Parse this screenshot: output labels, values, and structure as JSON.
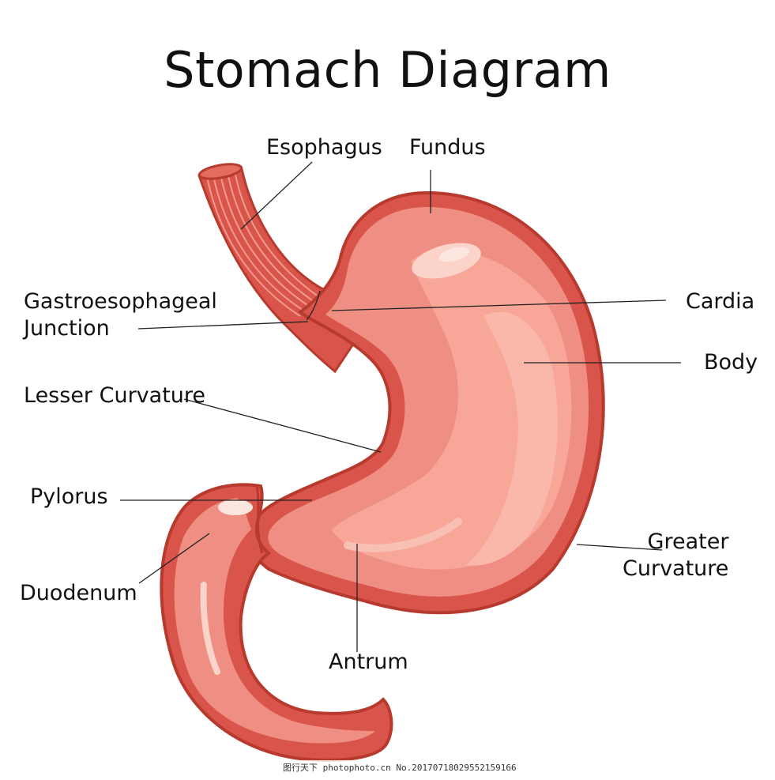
{
  "title": "Stomach Diagram",
  "labels": {
    "esophagus": "Esophagus",
    "fundus": "Fundus",
    "cardia": "Cardia",
    "gastroesophageal_line1": "Gastroesophageal",
    "gastroesophageal_line2": "Junction",
    "body": "Body",
    "lesser_curvature": "Lesser Curvature",
    "pylorus": "Pylorus",
    "greater_line1": "Greater",
    "greater_line2": "Curvature",
    "duodenum": "Duodenum",
    "antrum": "Antrum"
  },
  "watermark": "图行天下 photophoto.cn  No.20170718029552159166",
  "colors": {
    "outline": "#b83a2e",
    "outer": "#d9544a",
    "inner": "#ef8f83",
    "highlight": "#f8b6a6",
    "shine": "#fbd3c8",
    "leader": "#222222"
  }
}
